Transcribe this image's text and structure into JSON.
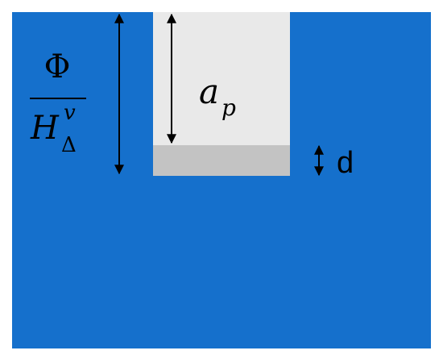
{
  "labels": {
    "numerator": "Φ",
    "denominator_main": "H",
    "denominator_sup": "v",
    "denominator_sub": "Δ",
    "depth_main": "a",
    "depth_sub": "p",
    "thickness": "d"
  },
  "colors": {
    "substrate": "#1570cc",
    "cavity": "#e9e9e9",
    "layer": "#c3c3c3",
    "arrow": "#000000",
    "background": "#ffffff"
  }
}
